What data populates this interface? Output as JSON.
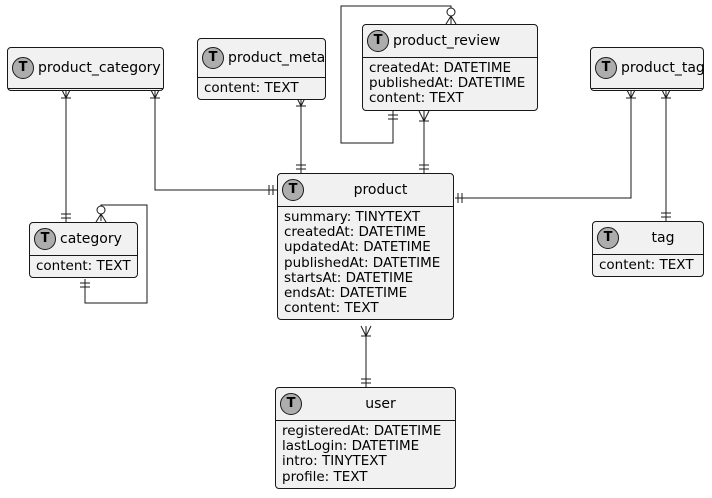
{
  "entities": [
    {
      "key": "product_category",
      "name": "product_category",
      "badge": "T",
      "fields": []
    },
    {
      "key": "product_meta",
      "name": "product_meta",
      "badge": "T",
      "fields": [
        "content: TEXT"
      ]
    },
    {
      "key": "product_review",
      "name": "product_review",
      "badge": "T",
      "fields": [
        "createdAt: DATETIME",
        "publishedAt: DATETIME",
        "content: TEXT"
      ]
    },
    {
      "key": "product_tag",
      "name": "product_tag",
      "badge": "T",
      "fields": []
    },
    {
      "key": "category",
      "name": "category",
      "badge": "T",
      "fields": [
        "content: TEXT"
      ]
    },
    {
      "key": "product",
      "name": "product",
      "badge": "T",
      "fields": [
        "summary: TINYTEXT",
        "createdAt: DATETIME",
        "updatedAt: DATETIME",
        "publishedAt: DATETIME",
        "startsAt: DATETIME",
        "endsAt: DATETIME",
        "content: TEXT"
      ]
    },
    {
      "key": "tag",
      "name": "tag",
      "badge": "T",
      "fields": [
        "content: TEXT"
      ]
    },
    {
      "key": "user",
      "name": "user",
      "badge": "T",
      "fields": [
        "registeredAt: DATETIME",
        "lastLogin: DATETIME",
        "intro: TINYTEXT",
        "profile: TEXT"
      ]
    }
  ],
  "relationships": [
    {
      "from": "product_category",
      "to": "category",
      "from_card": "one-or-many",
      "to_card": "exactly-one"
    },
    {
      "from": "product_category",
      "to": "product",
      "from_card": "one-or-many",
      "to_card": "exactly-one"
    },
    {
      "from": "product_meta",
      "to": "product",
      "from_card": "one-or-many",
      "to_card": "exactly-one"
    },
    {
      "from": "product_review",
      "to": "product",
      "from_card": "one-or-many",
      "to_card": "exactly-one"
    },
    {
      "from": "product_review",
      "to": "product_review",
      "from_card": "exactly-one",
      "to_card": "zero-or-many"
    },
    {
      "from": "product_tag",
      "to": "product",
      "from_card": "one-or-many",
      "to_card": "exactly-one"
    },
    {
      "from": "product_tag",
      "to": "tag",
      "from_card": "one-or-many",
      "to_card": "exactly-one"
    },
    {
      "from": "category",
      "to": "category",
      "from_card": "exactly-one",
      "to_card": "zero-or-many"
    },
    {
      "from": "product",
      "to": "user",
      "from_card": "one-or-many",
      "to_card": "exactly-one"
    }
  ],
  "colors": {
    "entity_fill": "#f1f1f1",
    "badge_fill": "#adadad",
    "line": "#181818"
  }
}
